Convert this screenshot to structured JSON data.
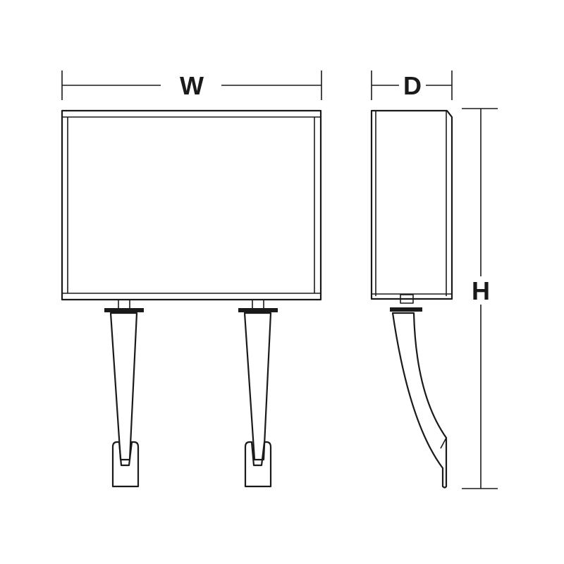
{
  "dimensions": {
    "width_label": "W",
    "depth_label": "D",
    "height_label": "H"
  },
  "colors": {
    "line": "#1a1a1a",
    "background": "#ffffff"
  }
}
